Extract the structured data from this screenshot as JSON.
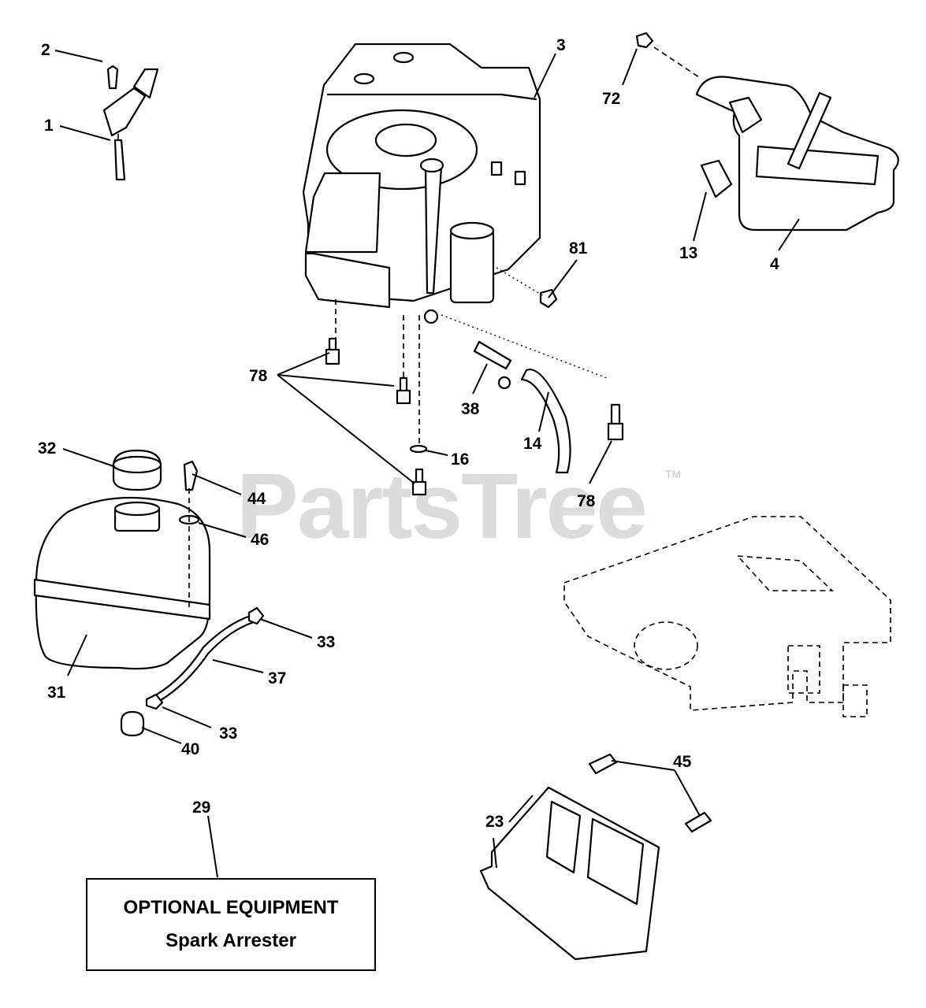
{
  "watermark": {
    "brand": "PartsTree",
    "tm": "TM"
  },
  "note": {
    "title": "OPTIONAL EQUIPMENT",
    "subtitle": "Spark Arrester"
  },
  "callouts": [
    "1",
    "2",
    "3",
    "4",
    "13",
    "14",
    "16",
    "23",
    "29",
    "31",
    "32",
    "33",
    "33",
    "37",
    "38",
    "40",
    "44",
    "45",
    "46",
    "72",
    "78",
    "78",
    "81"
  ],
  "colors": {
    "line": "#000000",
    "background": "#ffffff",
    "watermark": "#d6d6d6"
  }
}
